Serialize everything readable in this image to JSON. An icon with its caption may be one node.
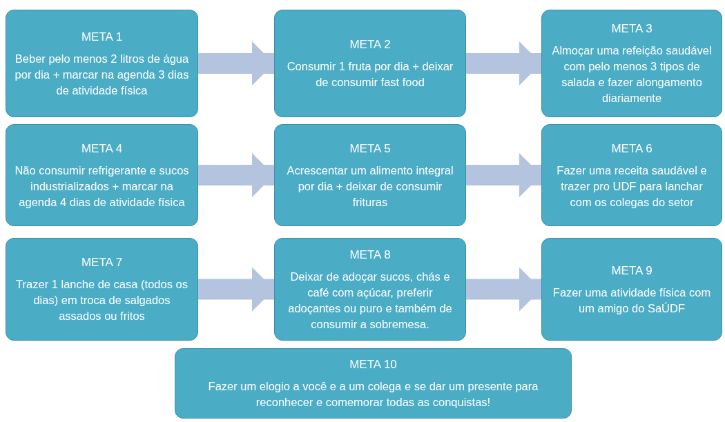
{
  "diagram": {
    "nodes": [
      {
        "text": [
          "META 1",
          "Beber pelo menos 2 litros de água por dia + marcar na agenda 3 dias de atividade física"
        ]
      },
      {
        "text": [
          "META 2",
          "Consumir 1 fruta por dia + deixar de consumir fast food"
        ]
      },
      {
        "text": [
          "META 3",
          "Almoçar uma refeição saudável com pelo menos 3 tipos de salada e fazer alongamento diariamente"
        ]
      },
      {
        "text": [
          "META 4",
          "Não consumir refrigerante e sucos industrializados + marcar na agenda 4 dias de atividade física"
        ]
      },
      {
        "text": [
          "META 5",
          "Acrescentar um alimento integral por dia + deixar de consumir frituras"
        ]
      },
      {
        "text": [
          "META 6",
          "Fazer uma receita saudável e trazer pro UDF para lanchar com os colegas do setor"
        ]
      },
      {
        "text": [
          "META 7",
          "Trazer 1 lanche de casa (todos os dias) em troca de salgados assados ou fritos"
        ]
      },
      {
        "text": [
          "META 8",
          "Deixar de adoçar sucos, chás e café com açúcar, preferir adoçantes ou puro e também de consumir a sobremesa."
        ]
      },
      {
        "text": [
          "META 9",
          "Fazer uma atividade física com um amigo do SaÚDF"
        ]
      },
      {
        "text": [
          "META 10",
          "Fazer um elogio a você e a um colega e se dar um presente para reconhecer e comemorar todas as conquistas!"
        ]
      }
    ],
    "edges": [
      {
        "from": 0,
        "to": 1,
        "arrow": "to"
      },
      {
        "from": 1,
        "to": 2,
        "arrow": "to"
      },
      {
        "from": 3,
        "to": 4,
        "arrow": "to"
      },
      {
        "from": 4,
        "to": 5,
        "arrow": "to"
      },
      {
        "from": 6,
        "to": 7,
        "arrow": "to"
      },
      {
        "from": 7,
        "to": 8,
        "arrow": "to"
      }
    ]
  }
}
